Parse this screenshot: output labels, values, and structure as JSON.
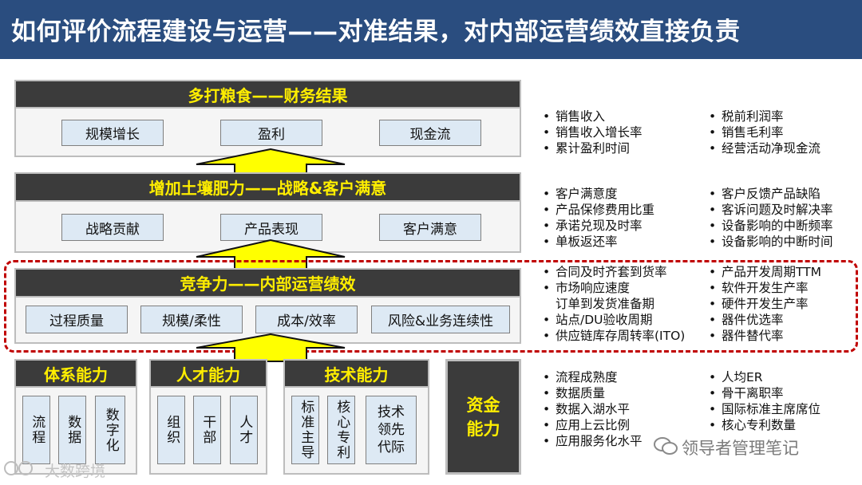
{
  "title": "如何评价流程建设与运营——对准结果，对内部运营绩效直接负责",
  "levels": {
    "financial": {
      "header": "多打粮食——财务结果",
      "cells": [
        "规模增长",
        "盈利",
        "现金流"
      ],
      "metrics_left": [
        "销售收入",
        "销售收入增长率",
        "累计盈利时间"
      ],
      "metrics_right": [
        "税前利润率",
        "销售毛利率",
        "经营活动净现金流"
      ]
    },
    "strategy": {
      "header": "增加土壤肥力——战略&客户满意",
      "cells": [
        "战略贡献",
        "产品表现",
        "客户满意"
      ],
      "metrics_left": [
        "客户满意度",
        "产品保修费用比重",
        "承诺兑现及时率",
        "单板返还率"
      ],
      "metrics_right": [
        "客户反馈产品缺陷",
        "客诉问题及时解决率",
        "设备影响的中断频率",
        "设备影响的中断时间"
      ]
    },
    "competitive": {
      "header": "竞争力——内部运营绩效",
      "cells": [
        "过程质量",
        "规模/柔性",
        "成本/效率",
        "风险&业务连续性"
      ],
      "metrics_left": [
        "合同及时齐套到货率",
        "市场响应速度",
        "订单到发货准备期",
        "站点/DU验收周期",
        "供应链库存周转率(ITO)"
      ],
      "metrics_right": [
        "产品开发周期TTM",
        "软件开发生产率",
        "硬件开发生产率",
        "器件优选率",
        "器件替代率"
      ]
    },
    "capability": {
      "system": {
        "header": "体系能力",
        "items": [
          "流程",
          "数据",
          "数字化"
        ]
      },
      "talent": {
        "header": "人才能力",
        "items": [
          "组织",
          "干部",
          "人才"
        ]
      },
      "tech": {
        "header": "技术能力",
        "items": [
          "标准主导",
          "核心专利"
        ],
        "multi_item": [
          "技术",
          "领先",
          "代际"
        ]
      },
      "fund": [
        "资金",
        "能力"
      ],
      "metrics_left": [
        "流程成熟度",
        "数据质量",
        "数据入湖水平",
        "应用上云比例",
        "应用服务化水平"
      ],
      "metrics_right": [
        "人均ER",
        "骨干离职率",
        "国际标准主席席位",
        "核心专利数量"
      ]
    }
  },
  "watermarks": {
    "left": "大数跨境",
    "right": "领导者管理笔记"
  },
  "colors": {
    "title_bg": "#2a4d7f",
    "header_bg": "#3b3b3b",
    "header_text": "#ffee00",
    "cell_bg": "#dde9f4",
    "arrow_fill": "#ffff00",
    "dash": "#c00000"
  }
}
